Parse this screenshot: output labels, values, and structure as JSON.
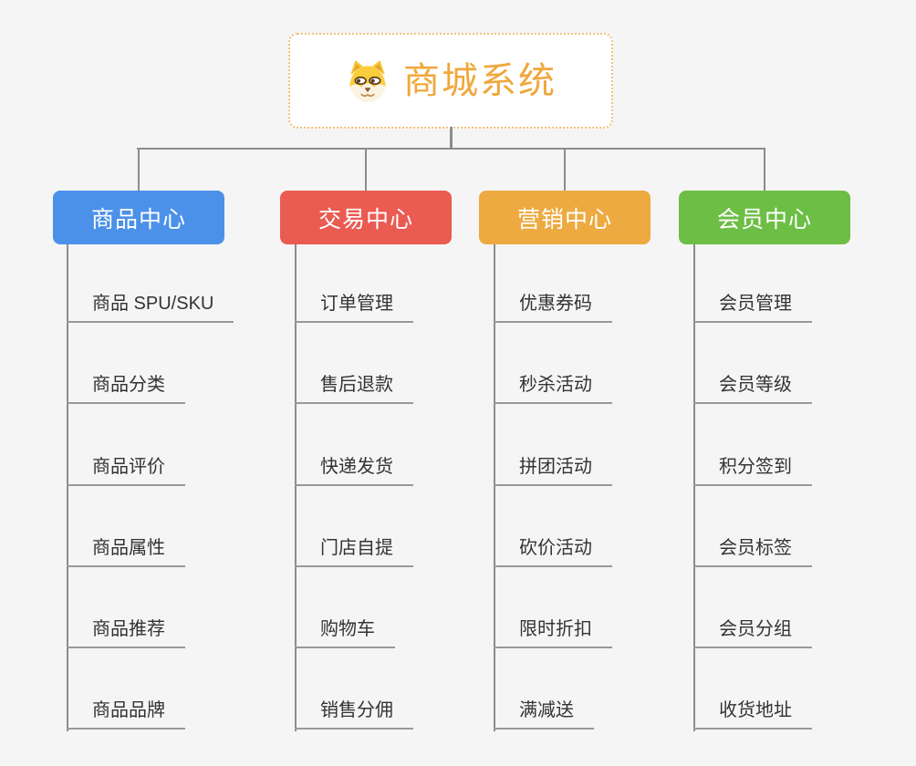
{
  "canvas": {
    "background": "#f5f5f5",
    "connector_color": "#8c8c8c",
    "leaf_underline_color": "#999999",
    "leaf_text_color": "#333333"
  },
  "root": {
    "title": "商城系统",
    "icon": "shiba-dog-face-icon",
    "text_color": "#f0a73b",
    "border_color": "#f3bf77"
  },
  "branches": [
    {
      "label": "商品中心",
      "color": "#4b91e9",
      "items": [
        "商品 SPU/SKU",
        "商品分类",
        "商品评价",
        "商品属性",
        "商品推荐",
        "商品品牌"
      ]
    },
    {
      "label": "交易中心",
      "color": "#ea5b52",
      "items": [
        "订单管理",
        "售后退款",
        "快递发货",
        "门店自提",
        "购物车",
        "销售分佣"
      ]
    },
    {
      "label": "营销中心",
      "color": "#ecaa40",
      "items": [
        "优惠券码",
        "秒杀活动",
        "拼团活动",
        "砍价活动",
        "限时折扣",
        "满减送"
      ]
    },
    {
      "label": "会员中心",
      "color": "#6dbe45",
      "items": [
        "会员管理",
        "会员等级",
        "积分签到",
        "会员标签",
        "会员分组",
        "收货地址"
      ]
    }
  ]
}
